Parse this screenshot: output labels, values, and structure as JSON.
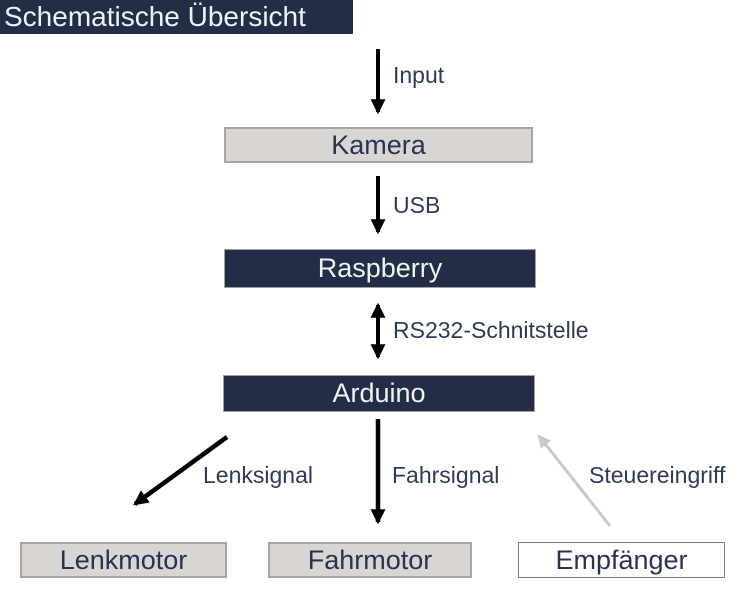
{
  "title": "Schematische Übersicht",
  "diagram": {
    "nodes": {
      "kamera": {
        "label": "Kamera",
        "style": "gray-box"
      },
      "raspberry": {
        "label": "Raspberry",
        "style": "navy-box"
      },
      "arduino": {
        "label": "Arduino",
        "style": "navy-box"
      },
      "lenkmotor": {
        "label": "Lenkmotor",
        "style": "gray-box"
      },
      "fahrmotor": {
        "label": "Fahrmotor",
        "style": "gray-box"
      },
      "empfaenger": {
        "label": "Empfänger",
        "style": "white-box"
      }
    },
    "edges": {
      "input": {
        "label": "Input",
        "from": "external",
        "to": "kamera",
        "direction": "down",
        "color": "#000000"
      },
      "usb": {
        "label": "USB",
        "from": "kamera",
        "to": "raspberry",
        "direction": "down",
        "color": "#000000"
      },
      "rs232": {
        "label": "RS232-Schnitstelle",
        "from": "raspberry",
        "to": "arduino",
        "direction": "both",
        "color": "#000000"
      },
      "lenksignal": {
        "label": "Lenksignal",
        "from": "arduino",
        "to": "lenkmotor",
        "direction": "down-left",
        "color": "#000000"
      },
      "fahrsignal": {
        "label": "Fahrsignal",
        "from": "arduino",
        "to": "fahrmotor",
        "direction": "down",
        "color": "#000000"
      },
      "steuereingriff": {
        "label": "Steuereingriff",
        "from": "empfaenger",
        "to": "arduino",
        "direction": "up-left",
        "color": "#c9c9c9"
      }
    },
    "colors": {
      "navy_fill": "#232d47",
      "gray_fill": "#d8d5d3",
      "label_text": "#2d3a5a",
      "arrow_black": "#000000",
      "arrow_gray": "#c9c9c9"
    }
  }
}
